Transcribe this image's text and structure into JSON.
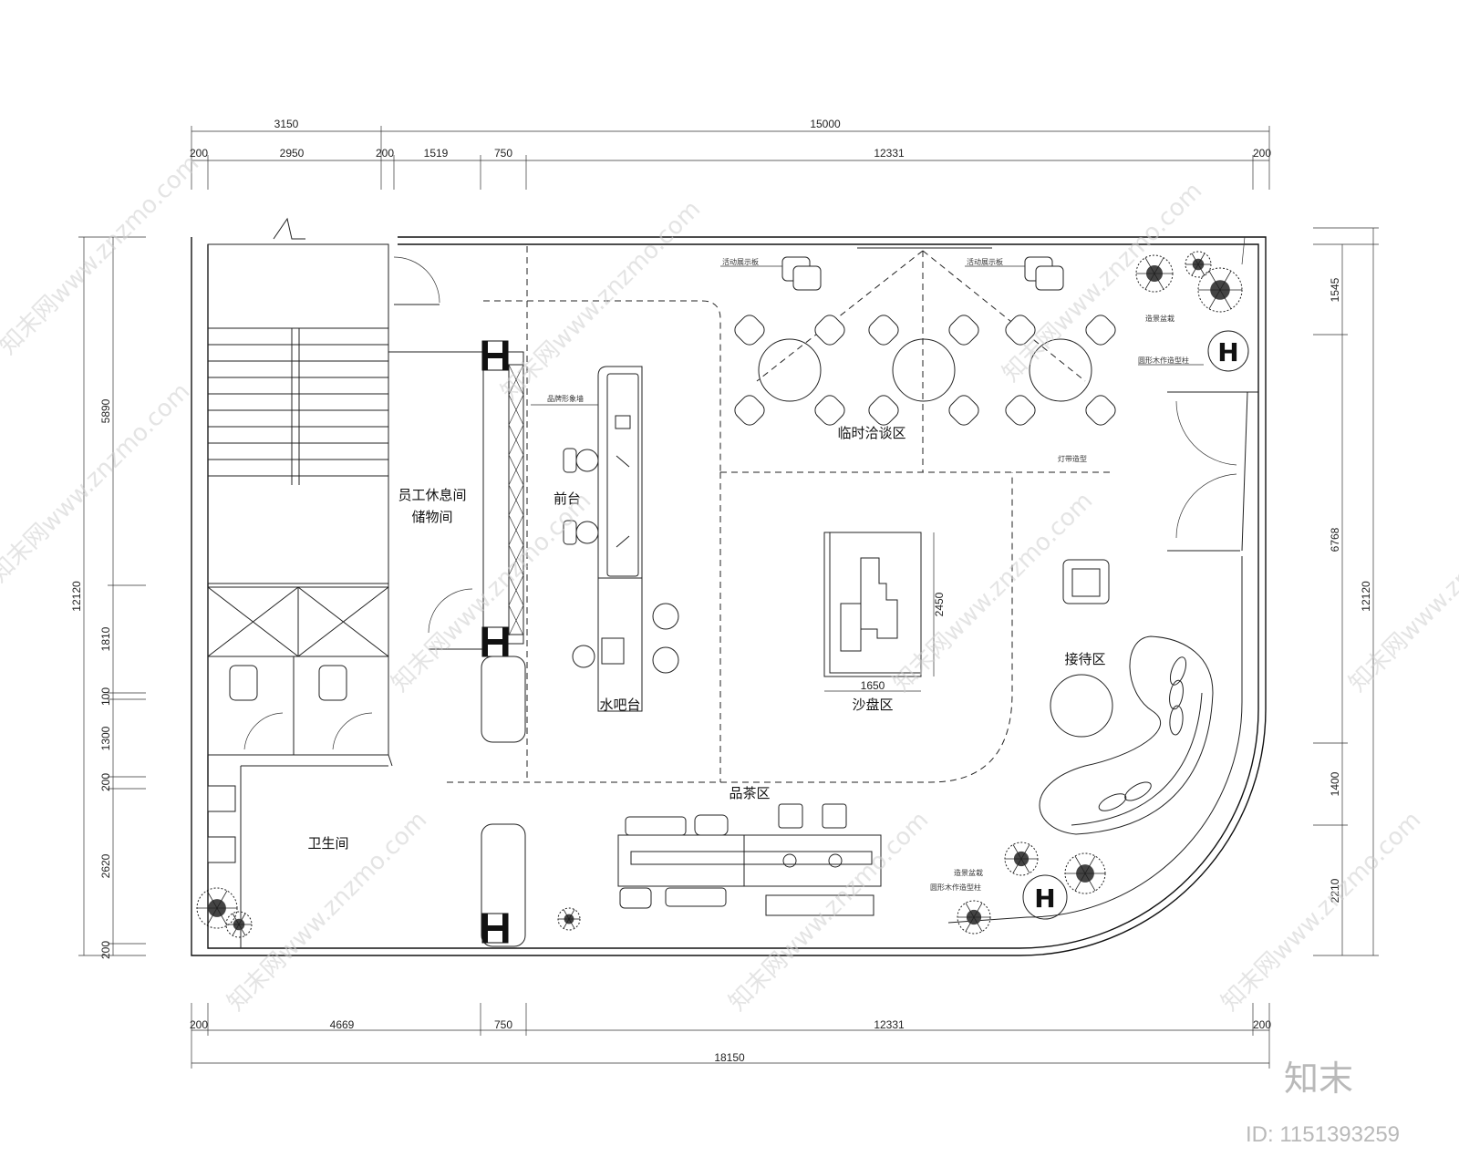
{
  "dimensions": {
    "top_outer": [
      "3150",
      "15000"
    ],
    "top_inner": [
      "200",
      "2950",
      "200",
      "1519",
      "750",
      "12331",
      "200"
    ],
    "bottom_inner": [
      "200",
      "4669",
      "750",
      "12331",
      "200"
    ],
    "bottom_total": "18150",
    "left_total": "12120",
    "left_segments": [
      "5890",
      "1810",
      "100",
      "1300",
      "200",
      "2620",
      "200"
    ],
    "right_total": "12120",
    "right_segments": [
      "1545",
      "6768",
      "1400",
      "2210"
    ],
    "table_width": "1650",
    "table_height": "2450"
  },
  "rooms": {
    "staff_rest": "员工休息间",
    "storage": "储物间",
    "front_desk": "前台",
    "water_bar": "水吧台",
    "negotiation": "临时洽谈区",
    "sandtable": "沙盘区",
    "reception": "接待区",
    "tea_area": "品茶区",
    "restroom": "卫生间"
  },
  "annotations": {
    "ad_board_1": "活动展示板",
    "ad_board_2": "活动展示板",
    "logo_wall": "品牌形象墙",
    "light_strip": "灯带造型",
    "landscape_1": "造景盆栽",
    "curved_wall_1": "圆形木作造型柱",
    "landscape_2": "造景盆栽",
    "curved_wall_2": "圆形木作造型柱"
  },
  "watermark": {
    "text": "知末网www.znzmo.com",
    "brand": "知末",
    "id": "ID: 1151393259"
  },
  "colors": {
    "line": "#222222",
    "background": "#ffffff",
    "watermark": "#cfcfcf"
  }
}
